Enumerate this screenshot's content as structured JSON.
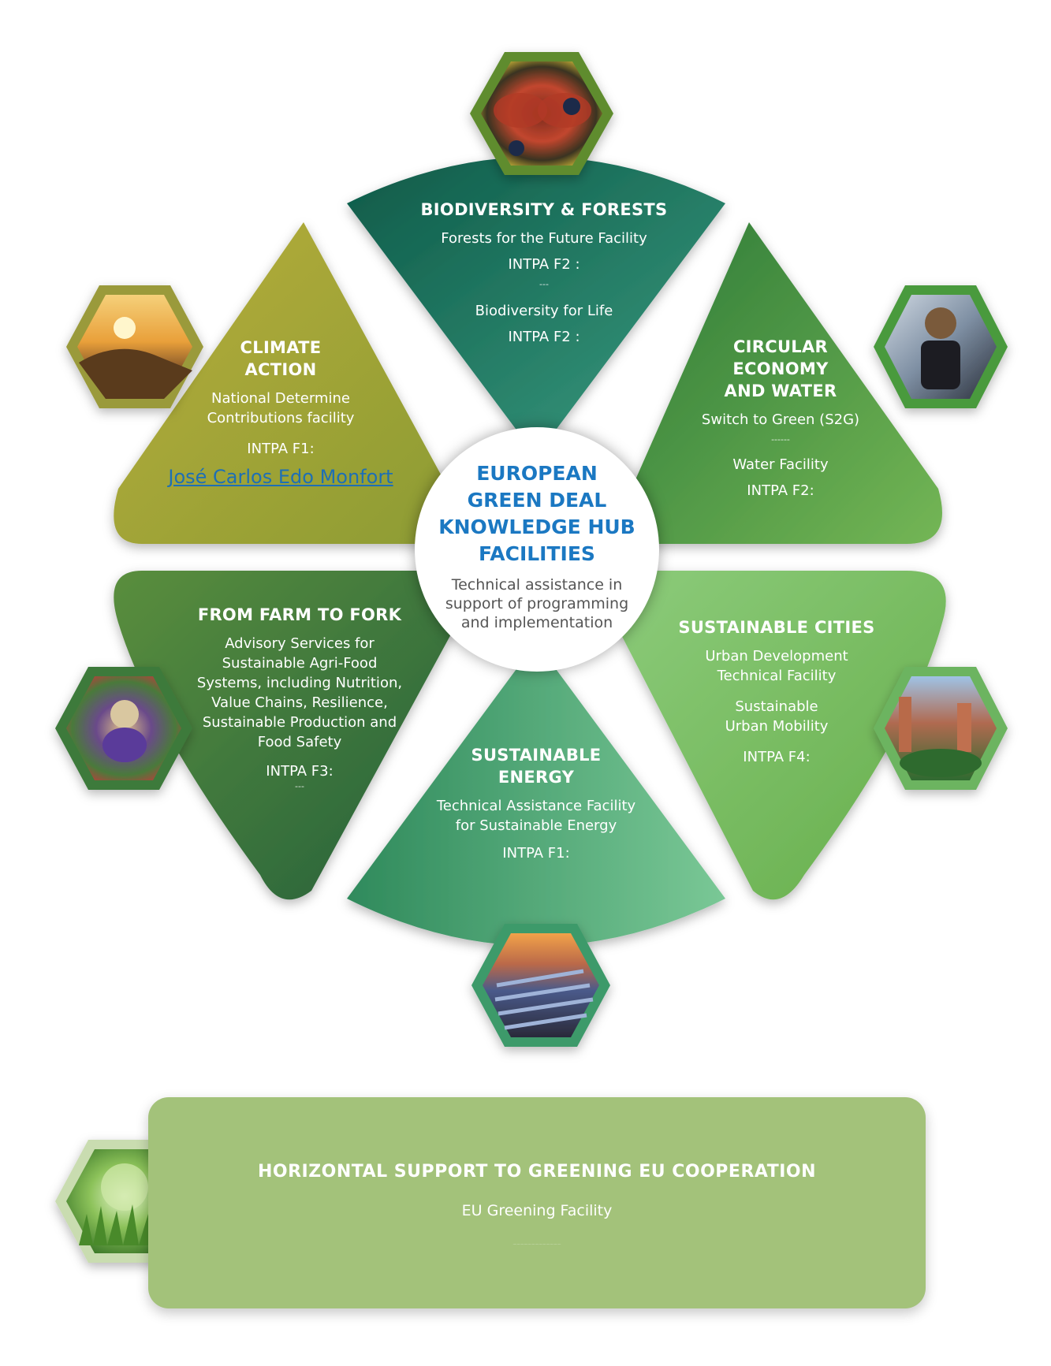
{
  "center": {
    "title": "EUROPEAN\nGREEN DEAL\nKNOWLEDGE HUB\nFACILITIES",
    "subtitle": "Technical assistance in\nsupport of programming\nand implementation",
    "title_color": "#1b78c2"
  },
  "biodiversity": {
    "title": "BIODIVERSITY & FORESTS",
    "facility1": "Forests for the Future Facility",
    "code1": "INTPA F2 :",
    "separator": "---",
    "facility2": "Biodiversity for Life",
    "code2": "INTPA F2 :"
  },
  "climate": {
    "title": "CLIMATE\nACTION",
    "facility": "National Determine\nContributions facility",
    "code": "INTPA F1:",
    "contact": "José Carlos Edo Monfort"
  },
  "circular": {
    "title": "CIRCULAR\nECONOMY\nAND WATER",
    "facility1": "Switch to Green (S2G)",
    "separator": "------",
    "facility2": "Water Facility",
    "code": "INTPA F2:"
  },
  "farm": {
    "title": "FROM FARM TO FORK",
    "facility": "Advisory Services for\nSustainable Agri-Food\nSystems, including Nutrition,\nValue Chains, Resilience,\nSustainable Production and\nFood Safety",
    "code": "INTPA F3:",
    "separator": "---"
  },
  "energy": {
    "title": "SUSTAINABLE\nENERGY",
    "facility": "Technical Assistance Facility\nfor Sustainable Energy",
    "code": "INTPA F1:"
  },
  "cities": {
    "title": "SUSTAINABLE CITIES",
    "facility1": "Urban Development\nTechnical Facility",
    "facility2": "Sustainable\nUrban Mobility",
    "code": "INTPA F4:"
  },
  "horizontal": {
    "title": "HORIZONTAL SUPPORT TO GREENING EU COOPERATION",
    "facility": "EU Greening Facility",
    "detail": "................................................"
  },
  "photos": {
    "biodiversity": "butterfly-photo",
    "climate": "sunset-mountain-photo",
    "circular": "recycling-worker-photo",
    "farm": "market-vendor-photo",
    "energy": "solar-farm-photo",
    "cities": "city-skyline-photo",
    "horizontal": "green-globe-photo"
  },
  "colors": {
    "biodiversity": "#1d7a63",
    "climate": "#a9a43a",
    "circular": "#5ea84f",
    "farm": "#3c7a3f",
    "energy": "#5fb880",
    "cities": "#86c36e",
    "horizontal": "#a3c27a"
  }
}
